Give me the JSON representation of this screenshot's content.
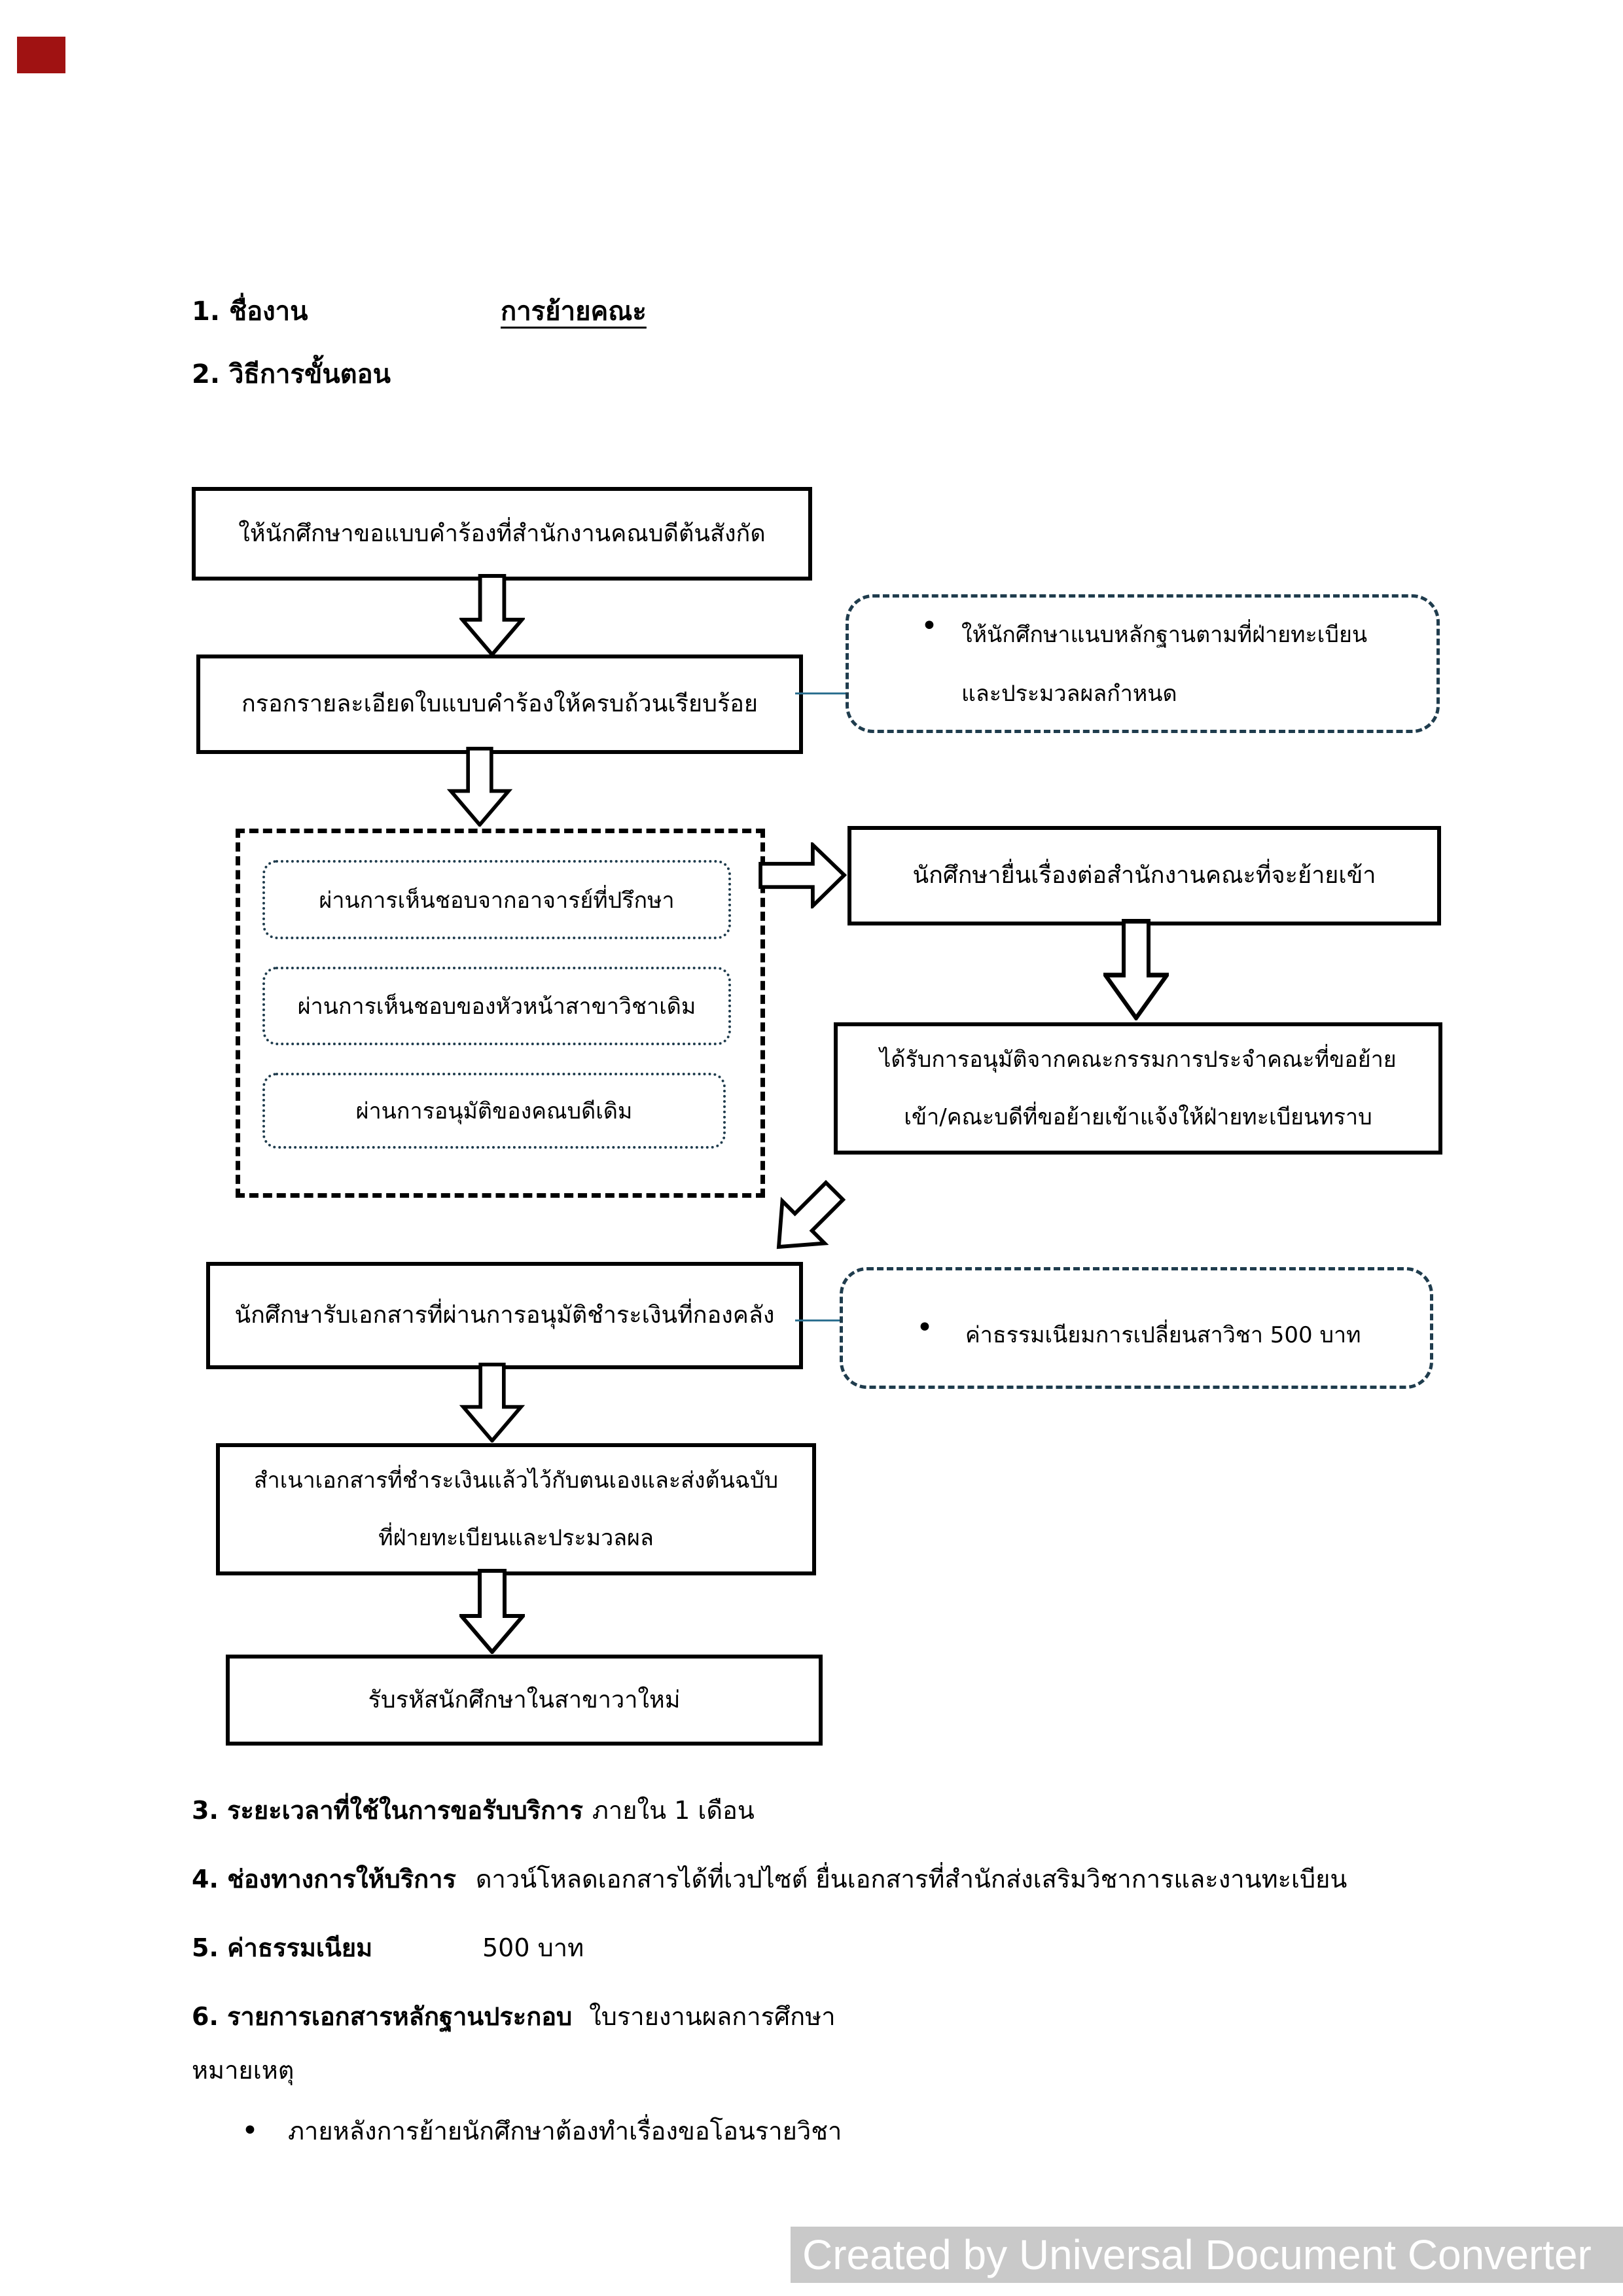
{
  "header": {
    "no1_label": "1. ชื่องาน",
    "no1_value": "การย้ายคณะ",
    "no2_label": "2. วิธีการขั้นตอน"
  },
  "flow": {
    "bullet": "•",
    "box1": "ให้นักศึกษาขอแบบคำร้องที่สำนักงานคณบดีต้นสังกัด",
    "box2": "กรอกรายละเอียดใบแบบคำร้องให้ครบถ้วนเรียบร้อย",
    "callout1_line1": "ให้นักศึกษาแนบหลักฐานตามที่ฝ่ายทะเบียน",
    "callout1_line2": "และประมวลผลกำหนด",
    "approvals": [
      "ผ่านการเห็นชอบจากอาจารย์ที่ปรึกษา",
      "ผ่านการเห็นชอบของหัวหน้าสาขาวิชาเดิม",
      "ผ่านการอนุมัติของคณบดีเดิม"
    ],
    "box3": "นักศึกษายื่นเรื่องต่อสำนักงานคณะที่จะย้ายเข้า",
    "box4_line1": "ได้รับการอนุมัติจากคณะกรรมการประจำคณะที่ขอย้าย",
    "box4_line2": "เข้า/คณะบดีที่ขอย้ายเข้าแจ้งให้ฝ่ายทะเบียนทราบ",
    "box5": "นักศึกษารับเอกสารที่ผ่านการอนุมัติชำระเงินที่กองคลัง",
    "callout2_text": "ค่าธรรมเนียมการเปลี่ยนสาวิชา 500 บาท",
    "box6_line1": "สำเนาเอกสารที่ชำระเงินแล้วไว้กับตนเองและส่งต้นฉบับ",
    "box6_line2": "ที่ฝ่ายทะเบียนและประมวลผล",
    "box7": "รับรหัสนักศึกษาในสาขาวาใหม่"
  },
  "details": {
    "item3_label": "3. ระยะเวลาที่ใช้ในการขอรับบริการ",
    "item3_value": "ภายใน 1 เดือน",
    "item4_label": "4. ช่องทางการให้บริการ",
    "item4_value": "ดาวน์โหลดเอกสารได้ที่เวปไซต์ ยื่นเอกสารที่สำนักส่งเสริมวิชาการและงานทะเบียน",
    "item5_label": "5. ค่าธรรมเนียม",
    "item5_value": "500 บาท",
    "item6_label": "6. รายการเอกสารหลักฐานประกอบ",
    "item6_value": "ใบรายงานผลการศึกษา",
    "notes_header": "หมายเหตุ",
    "note_bullet_text": "ภายหลังการย้ายนักศึกษาต้องทำเรื่องขอโอนรายวิชา"
  },
  "watermark": {
    "text": "Created by Universal Document Converter"
  },
  "colors": {
    "dashed_accent": "#1f3c4d",
    "connector": "#2e7191",
    "watermark_bg": "#c9c9c9",
    "watermark_text": "#ffffff",
    "corner_mark": "#a01212"
  }
}
